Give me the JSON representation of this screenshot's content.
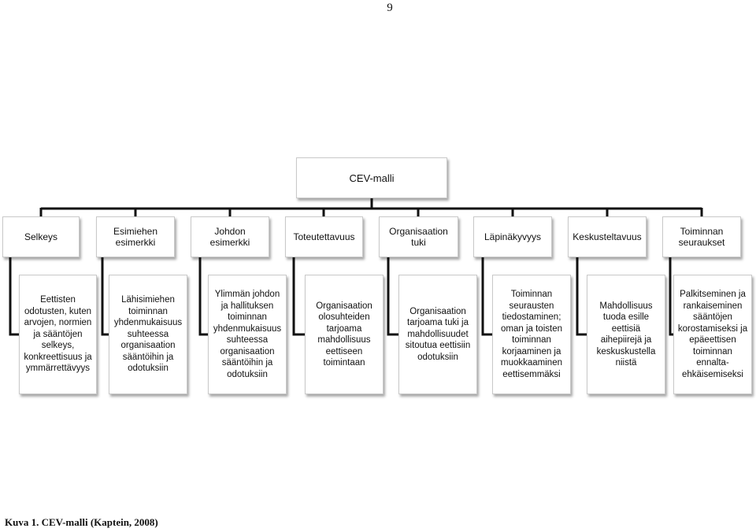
{
  "page_number": "9",
  "caption": "Kuva 1. CEV-malli (Kaptein, 2008)",
  "diagram": {
    "root": "CEV-malli",
    "categories": [
      {
        "label": "Selkeys",
        "detail": "Eettisten\nodotusten, kuten\narvojen, normien\nja sääntöjen\nselkeys,\nkonkreettisuus ja\nymmärrettävyys"
      },
      {
        "label": "Esimiehen\nesimerkki",
        "detail": "Lähisimiehen\ntoiminnan\nyhdenmukaisuus\nsuhteessa\norganisaation\nsääntöihin ja\nodotuksiin"
      },
      {
        "label": "Johdon esimerkki",
        "detail": "Ylimmän johdon\nja hallituksen\ntoiminnan\nyhdenmukaisuus\nsuhteessa\norganisaation\nsääntöihin ja\nodotuksiin"
      },
      {
        "label": "Toteutettavuus",
        "detail": "Organisaation\nolosuhteiden\ntarjoama\nmahdollisuus\neettiseen\ntoimintaan"
      },
      {
        "label": "Organisaation\ntuki",
        "detail": "Organisaation\ntarjoama tuki ja\nmahdollisuudet\nsitoutua eettisiin\nodotuksiin"
      },
      {
        "label": "Läpinäkyvyys",
        "detail": "Toiminnan\nseurausten\ntiedostaminen;\noman ja toisten\ntoiminnan\nkorjaaminen ja\nmuokkaaminen\neettisemmäksi"
      },
      {
        "label": "Keskusteltavuus",
        "detail": "Mahdollisuus\ntuoda esille\neettisiä\naihepiirejä ja\nkeskuskustella\nniistä"
      },
      {
        "label": "Toiminnan\nseuraukset",
        "detail": "Palkitseminen ja\nrankaiseminen\nsääntöjen\nkorostamiseksi ja\nepäeettisen\ntoiminnan\nennalta-\nehkäisemiseksi"
      }
    ]
  }
}
